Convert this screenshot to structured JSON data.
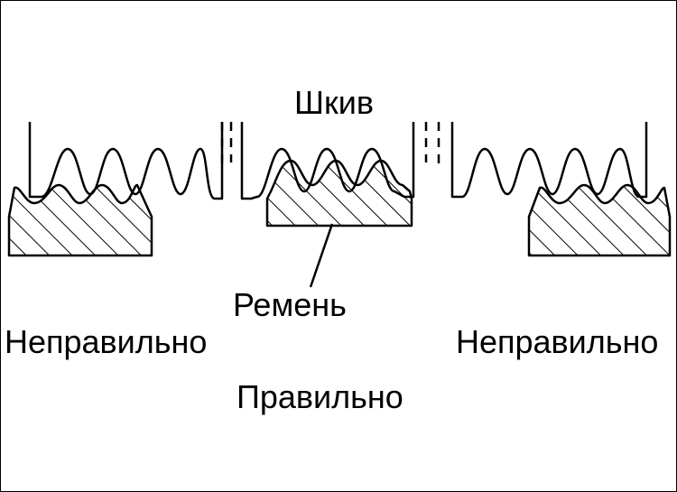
{
  "labels": {
    "pulley": "Шкив",
    "belt": "Ремень",
    "wrong_left": "Неправильно",
    "wrong_right": "Неправильно",
    "correct": "Правильно"
  },
  "colors": {
    "ink": "#000000",
    "background": "#ffffff"
  }
}
